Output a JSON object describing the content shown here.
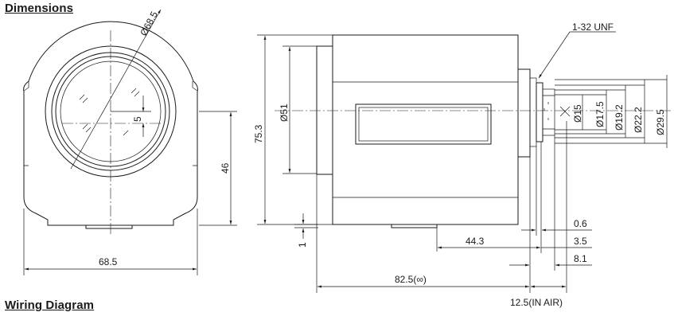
{
  "headings": {
    "dimensions": "Dimensions",
    "wiring": "Wiring Diagram"
  },
  "front_view": {
    "dia_outer": "Ø68.5",
    "offset": "5",
    "height": "46",
    "width": "68.5"
  },
  "side_view": {
    "height": "75.3",
    "dia_51": "Ø51",
    "mount": "1-32 UNF",
    "dia_15": "Ø15",
    "dia_17_5": "Ø17.5",
    "dia_19_2": "Ø19.2",
    "dia_22_2": "Ø22.2",
    "dia_29_5": "Ø29.5",
    "dim_0_6": "0.6",
    "dim_44_3": "44.3",
    "dim_3_5": "3.5",
    "dim_8_1": "8.1",
    "dim_1": "1",
    "dim_82_5": "82.5(∞)",
    "dim_12_5": "12.5(IN AIR)"
  }
}
